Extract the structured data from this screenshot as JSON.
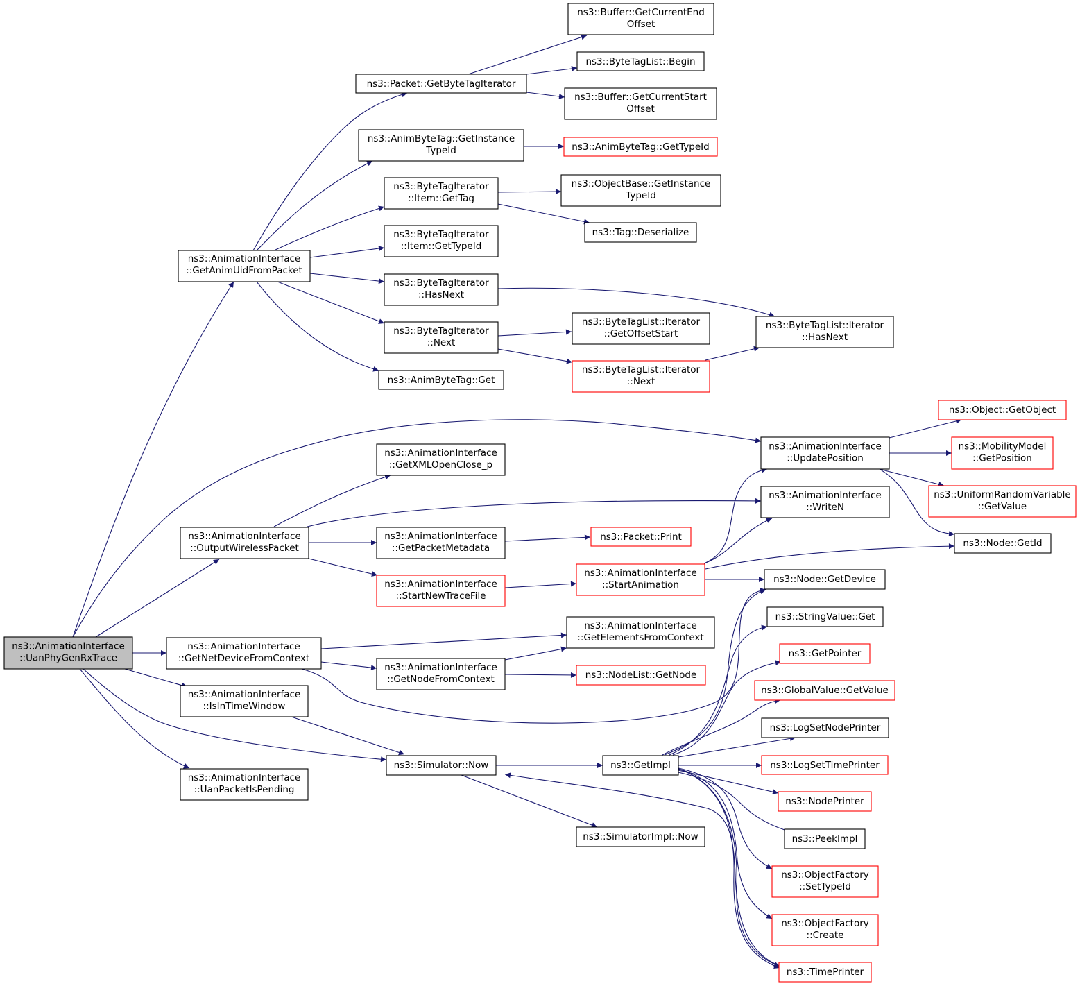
{
  "colors": {
    "edge": "#191970",
    "root_fill": "#bfbfbf",
    "normal_border": "#000000",
    "truncated_border": "#ff0000",
    "background": "#ffffff"
  },
  "nodes": [
    {
      "id": "root",
      "lines": [
        "ns3::AnimationInterface",
        "::UanPhyGenRxTrace"
      ],
      "style": "root"
    },
    {
      "id": "getAnimUid",
      "lines": [
        "ns3::AnimationInterface",
        "::GetAnimUidFromPacket"
      ],
      "style": "normal"
    },
    {
      "id": "outputWireless",
      "lines": [
        "ns3::AnimationInterface",
        "::OutputWirelessPacket"
      ],
      "style": "normal"
    },
    {
      "id": "getNetDev",
      "lines": [
        "ns3::AnimationInterface",
        "::GetNetDeviceFromContext"
      ],
      "style": "normal"
    },
    {
      "id": "isInTime",
      "lines": [
        "ns3::AnimationInterface",
        "::IsInTimeWindow"
      ],
      "style": "normal"
    },
    {
      "id": "uanPending",
      "lines": [
        "ns3::AnimationInterface",
        "::UanPacketIsPending"
      ],
      "style": "normal"
    },
    {
      "id": "pktGetByteTagIt",
      "lines": [
        "ns3::Packet::GetByteTagIterator"
      ],
      "style": "normal"
    },
    {
      "id": "animGetInstTypeId",
      "lines": [
        "ns3::AnimByteTag::GetInstance",
        "TypeId"
      ],
      "style": "normal"
    },
    {
      "id": "itemGetTag",
      "lines": [
        "ns3::ByteTagIterator",
        "::Item::GetTag"
      ],
      "style": "normal"
    },
    {
      "id": "itemGetTypeId",
      "lines": [
        "ns3::ByteTagIterator",
        "::Item::GetTypeId"
      ],
      "style": "normal"
    },
    {
      "id": "btiHasNext",
      "lines": [
        "ns3::ByteTagIterator",
        "::HasNext"
      ],
      "style": "normal"
    },
    {
      "id": "btiNext",
      "lines": [
        "ns3::ByteTagIterator",
        "::Next"
      ],
      "style": "normal"
    },
    {
      "id": "animGet",
      "lines": [
        "ns3::AnimByteTag::Get"
      ],
      "style": "normal"
    },
    {
      "id": "bufGetCurEnd",
      "lines": [
        "ns3::Buffer::GetCurrentEnd",
        "Offset"
      ],
      "style": "normal"
    },
    {
      "id": "btlBegin",
      "lines": [
        "ns3::ByteTagList::Begin"
      ],
      "style": "normal"
    },
    {
      "id": "bufGetCurStart",
      "lines": [
        "ns3::Buffer::GetCurrentStart",
        "Offset"
      ],
      "style": "normal"
    },
    {
      "id": "animGetTypeId",
      "lines": [
        "ns3::AnimByteTag::GetTypeId"
      ],
      "style": "truncated"
    },
    {
      "id": "objBaseGetInst",
      "lines": [
        "ns3::ObjectBase::GetInstance",
        "TypeId"
      ],
      "style": "normal"
    },
    {
      "id": "tagDeser",
      "lines": [
        "ns3::Tag::Deserialize"
      ],
      "style": "normal"
    },
    {
      "id": "btlItGetOff",
      "lines": [
        "ns3::ByteTagList::Iterator",
        "::GetOffsetStart"
      ],
      "style": "normal"
    },
    {
      "id": "btlItNext",
      "lines": [
        "ns3::ByteTagList::Iterator",
        "::Next"
      ],
      "style": "truncated"
    },
    {
      "id": "btlItHasNext",
      "lines": [
        "ns3::ByteTagList::Iterator",
        "::HasNext"
      ],
      "style": "normal"
    },
    {
      "id": "updatePos",
      "lines": [
        "ns3::AnimationInterface",
        "::UpdatePosition"
      ],
      "style": "normal"
    },
    {
      "id": "getXml",
      "lines": [
        "ns3::AnimationInterface",
        "::GetXMLOpenClose_p"
      ],
      "style": "normal"
    },
    {
      "id": "getPktMeta",
      "lines": [
        "ns3::AnimationInterface",
        "::GetPacketMetadata"
      ],
      "style": "normal"
    },
    {
      "id": "startNewTrace",
      "lines": [
        "ns3::AnimationInterface",
        "::StartNewTraceFile"
      ],
      "style": "truncated"
    },
    {
      "id": "writeN",
      "lines": [
        "ns3::AnimationInterface",
        "::WriteN"
      ],
      "style": "normal"
    },
    {
      "id": "pktPrint",
      "lines": [
        "ns3::Packet::Print"
      ],
      "style": "truncated"
    },
    {
      "id": "startAnim",
      "lines": [
        "ns3::AnimationInterface",
        "::StartAnimation"
      ],
      "style": "truncated"
    },
    {
      "id": "objGetObject",
      "lines": [
        "ns3::Object::GetObject"
      ],
      "style": "truncated"
    },
    {
      "id": "mobGetPos",
      "lines": [
        "ns3::MobilityModel",
        "::GetPosition"
      ],
      "style": "truncated"
    },
    {
      "id": "urvGetValue",
      "lines": [
        "ns3::UniformRandomVariable",
        "::GetValue"
      ],
      "style": "truncated"
    },
    {
      "id": "nodeGetId",
      "lines": [
        "ns3::Node::GetId"
      ],
      "style": "normal"
    },
    {
      "id": "nodeGetDevice",
      "lines": [
        "ns3::Node::GetDevice"
      ],
      "style": "normal"
    },
    {
      "id": "getElems",
      "lines": [
        "ns3::AnimationInterface",
        "::GetElementsFromContext"
      ],
      "style": "normal"
    },
    {
      "id": "getNodeFromCtx",
      "lines": [
        "ns3::AnimationInterface",
        "::GetNodeFromContext"
      ],
      "style": "normal"
    },
    {
      "id": "nodeListGetNode",
      "lines": [
        "ns3::NodeList::GetNode"
      ],
      "style": "truncated"
    },
    {
      "id": "simNow",
      "lines": [
        "ns3::Simulator::Now"
      ],
      "style": "normal"
    },
    {
      "id": "getImpl",
      "lines": [
        "ns3::GetImpl"
      ],
      "style": "normal"
    },
    {
      "id": "simImplNow",
      "lines": [
        "ns3::SimulatorImpl::Now"
      ],
      "style": "normal"
    },
    {
      "id": "stringValGet",
      "lines": [
        "ns3::StringValue::Get"
      ],
      "style": "normal"
    },
    {
      "id": "getPointer",
      "lines": [
        "ns3::GetPointer"
      ],
      "style": "truncated"
    },
    {
      "id": "globalValGet",
      "lines": [
        "ns3::GlobalValue::GetValue"
      ],
      "style": "truncated"
    },
    {
      "id": "logSetNodePrinter",
      "lines": [
        "ns3::LogSetNodePrinter"
      ],
      "style": "normal"
    },
    {
      "id": "logSetTimePrinter",
      "lines": [
        "ns3::LogSetTimePrinter"
      ],
      "style": "truncated"
    },
    {
      "id": "nodePrinter",
      "lines": [
        "ns3::NodePrinter"
      ],
      "style": "truncated"
    },
    {
      "id": "peekImpl",
      "lines": [
        "ns3::PeekImpl"
      ],
      "style": "normal"
    },
    {
      "id": "ofSetTypeId",
      "lines": [
        "ns3::ObjectFactory",
        "::SetTypeId"
      ],
      "style": "truncated"
    },
    {
      "id": "ofCreate",
      "lines": [
        "ns3::ObjectFactory",
        "::Create"
      ],
      "style": "truncated"
    },
    {
      "id": "timePrinter",
      "lines": [
        "ns3::TimePrinter"
      ],
      "style": "truncated"
    }
  ]
}
